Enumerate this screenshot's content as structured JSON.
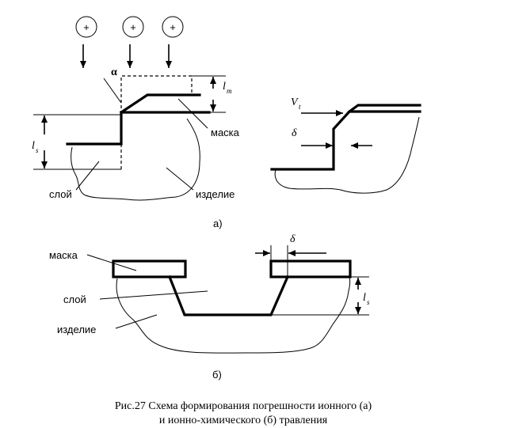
{
  "diagram_a": {
    "ion_symbol": "+",
    "alpha": "α",
    "lm_main": "l",
    "lm_sub": "m",
    "ls_main": "l",
    "ls_sub": "s",
    "mask_label": "маска",
    "layer_label": "слой",
    "workpiece_label": "изделие",
    "vt_main": "V",
    "vt_sub": "t",
    "delta": "δ",
    "sublabel": "а)"
  },
  "diagram_b": {
    "mask_label": "маска",
    "layer_label": "слой",
    "workpiece_label": "изделие",
    "delta": "δ",
    "ls_main": "l",
    "ls_sub": "s",
    "sublabel": "б)"
  },
  "caption": {
    "line1": "Рис.27 Схема формирования погрешности ионного (а)",
    "line2": "и ионно-химического (б) травления"
  }
}
